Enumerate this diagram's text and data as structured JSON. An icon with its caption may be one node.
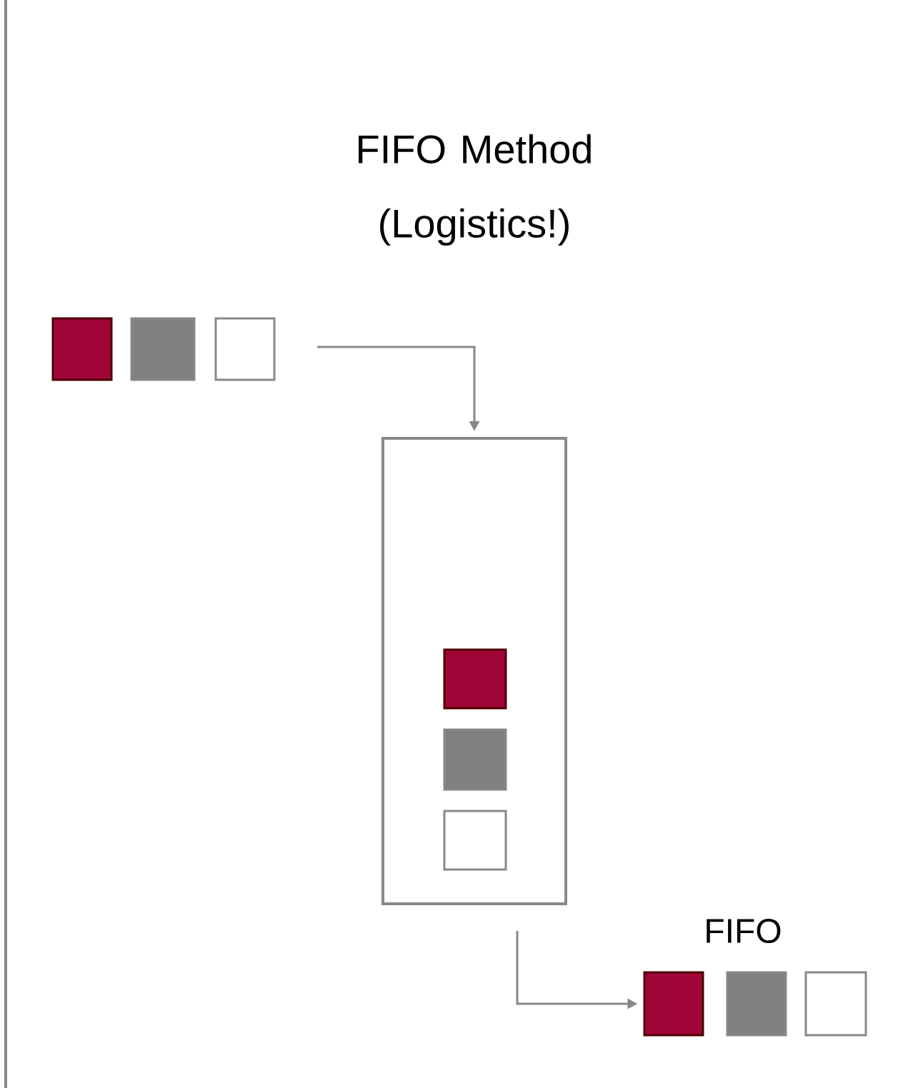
{
  "diagram": {
    "title": "FIFO Method (Logistics!)",
    "nodes": [
      {
        "text": [],
        "shape": "box"
      },
      {
        "text": [],
        "shape": "box"
      },
      {
        "text": [],
        "shape": "box"
      },
      {
        "text": [],
        "shape": "box"
      },
      {
        "text": [],
        "shape": "box",
        "in": 3
      },
      {
        "text": [],
        "shape": "box",
        "in": 3
      },
      {
        "text": [],
        "shape": "box",
        "in": 3
      },
      {
        "text": [],
        "shape": "box"
      },
      {
        "text": [],
        "shape": "box"
      },
      {
        "text": [],
        "shape": "box"
      }
    ],
    "edges": [
      {
        "from": null,
        "to": 3,
        "arrow": "to"
      },
      {
        "from": null,
        "to": 7,
        "arrow": "to"
      }
    ],
    "labels": [
      "FIFO"
    ]
  }
}
